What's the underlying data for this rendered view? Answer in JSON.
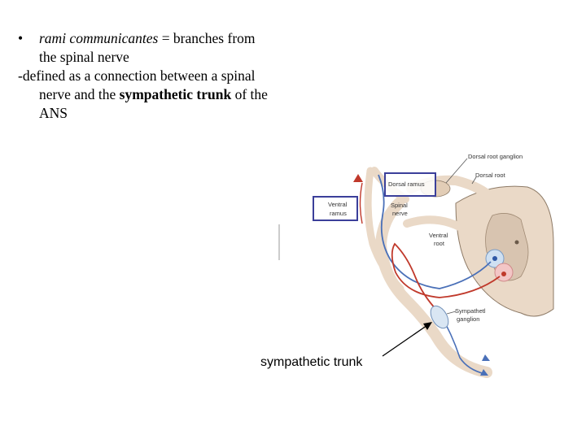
{
  "bullet": {
    "marker": "•",
    "term": "rami communicantes",
    "eq": " = branches from",
    "line2": "the spinal nerve"
  },
  "definition": {
    "line1": "-defined as a connection between a spinal",
    "line2_pre": "nerve and the ",
    "line2_bold": "sympathetic trunk",
    "line2_post": " of the",
    "line3": "ANS"
  },
  "diagram_labels": {
    "dorsal_root_ganglion": "Dorsal root ganglion",
    "dorsal_root": "Dorsal root",
    "dorsal_ramus": "Dorsal ramus",
    "ventral_ramus_1": "Ventral",
    "ventral_ramus_2": "ramus",
    "spinal_nerve_1": "Spinal",
    "spinal_nerve_2": "nerve",
    "ventral_root_1": "Ventral",
    "ventral_root_2": "root",
    "sympathetic_ganglion_1": "Sympathetl",
    "sympathetic_ganglion_2": "ganglion"
  },
  "caption": "sympathetic trunk",
  "colors": {
    "label_box": "#3b3f9a",
    "nerve_blue": "#4a70b8",
    "nerve_red": "#c0392b",
    "tissue": "#ead9c7",
    "grey_matter": "#d8c4b0"
  }
}
